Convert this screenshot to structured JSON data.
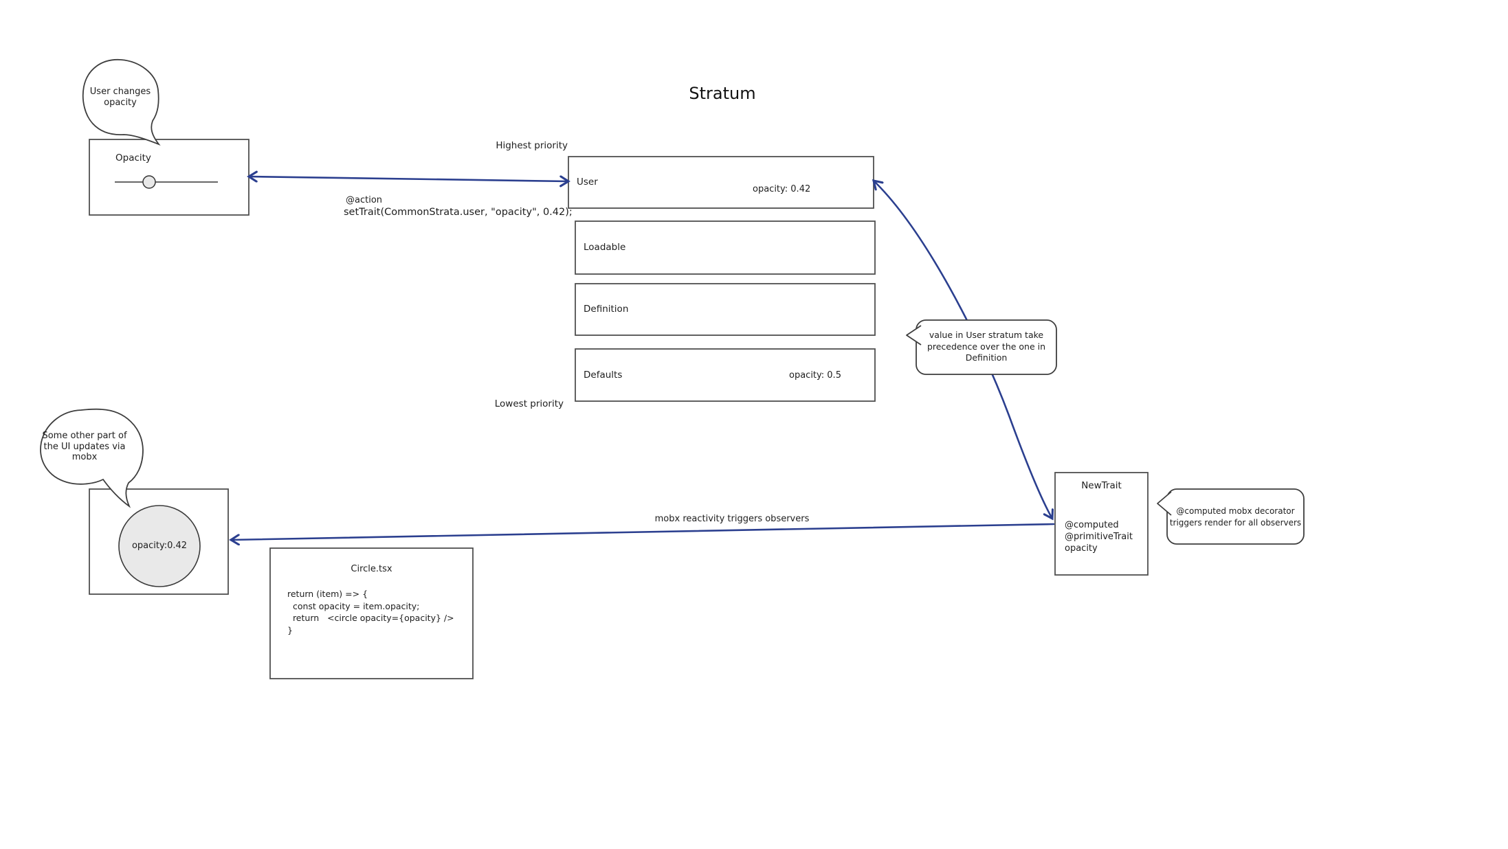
{
  "title": "Stratum",
  "colors": {
    "arrow_blue": "#2b3f8f",
    "box_stroke": "#4f4f4f",
    "circle_fill": "#e9e9e9"
  },
  "priority": {
    "highest": "Highest priority",
    "lowest": "Lowest priority"
  },
  "opacity_widget": {
    "label": "Opacity"
  },
  "strata": [
    {
      "name": "User",
      "value": "opacity: 0.42"
    },
    {
      "name": "Loadable",
      "value": ""
    },
    {
      "name": "Definition",
      "value": ""
    },
    {
      "name": "Defaults",
      "value": "opacity: 0.5"
    }
  ],
  "action_code": {
    "line1": "@action",
    "line2": "setTrait(CommonStrata.user, \"opacity\", 0.42);"
  },
  "bubbles": {
    "user_changes": {
      "line1": "User changes",
      "line2": "opacity"
    },
    "ui_updates": {
      "line1": "Some other part of",
      "line2": "the UI updates via",
      "line3": "mobx"
    },
    "precedence": {
      "line1": "value in User stratum take",
      "line2": "precedence over the one in",
      "line3": "Definition"
    },
    "computed": {
      "line1": "@computed mobx decorator",
      "line2": "triggers render for all observers"
    }
  },
  "arrows": {
    "mobx_label": "mobx reactivity triggers observers"
  },
  "circle_widget": {
    "value": "opacity:0.42"
  },
  "code_box": {
    "title": "Circle.tsx",
    "lines": [
      "return (item) => {",
      "  const opacity = item.opacity;",
      "  return   <circle opacity={opacity} />",
      "}"
    ]
  },
  "newtrait": {
    "title": "NewTrait",
    "lines": [
      "@computed",
      "@primitiveTrait",
      "opacity"
    ]
  }
}
